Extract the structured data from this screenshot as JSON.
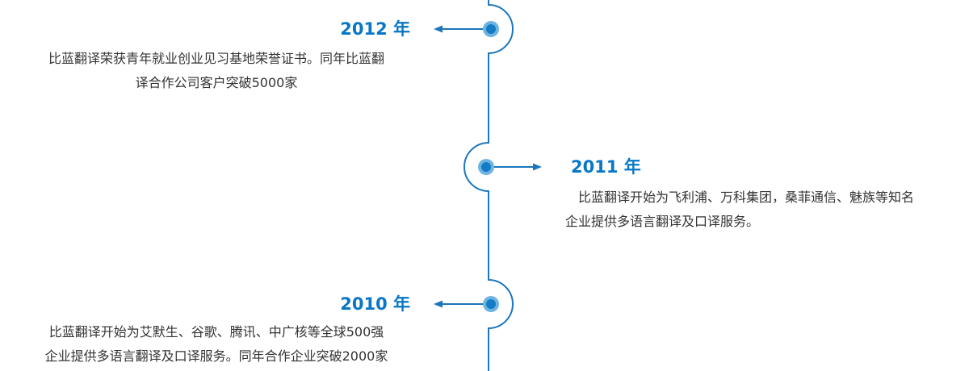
{
  "colors": {
    "accent": "#0877c5",
    "line": "#1b76bd",
    "dot": "#147cc4",
    "halo": "#6fb3e3",
    "text": "#333333"
  },
  "timeline": {
    "entries": [
      {
        "year": "2012 年",
        "side": "left",
        "text": [
          "比蓝翻译荣获青年就业创业见习基地荣誉证书。同年比蓝翻",
          "译合作公司客户突破5000家"
        ]
      },
      {
        "year": "2011 年",
        "side": "right",
        "text": [
          "比蓝翻译开始为飞利浦、万科集团，桑菲通信、魅族等知名",
          "企业提供多语言翻译及口译服务。"
        ]
      },
      {
        "year": "2010 年",
        "side": "left",
        "text": [
          "比蓝翻译开始为艾默生、谷歌、腾讯、中广核等全球500强",
          "企业提供多语言翻译及口译服务。同年合作企业突破2000家"
        ]
      }
    ]
  }
}
